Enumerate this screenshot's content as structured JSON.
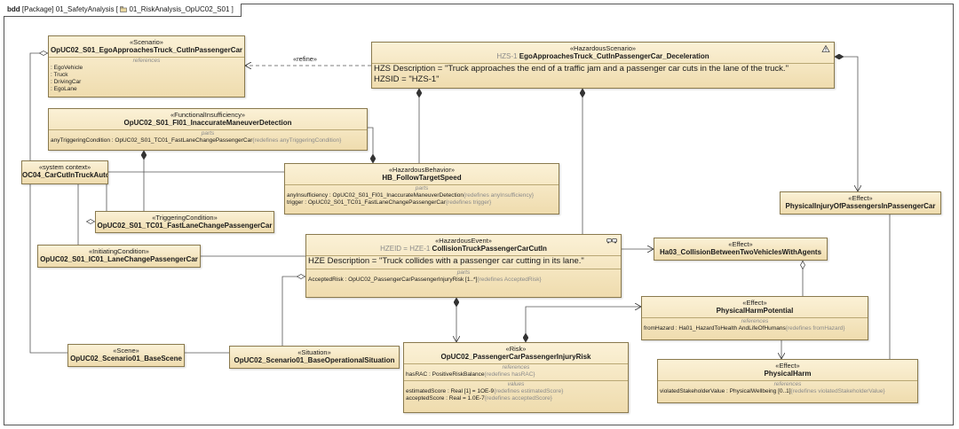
{
  "frame": {
    "kind": "bdd",
    "path": "[Package] 01_SafetyAnalysis [",
    "diagram": "01_RiskAnalysis_OpUC02_S01 ]"
  },
  "connector_labels": {
    "refine": "«refine»"
  },
  "blocks": {
    "scenario": {
      "stereotype": "«Scenario»",
      "name": "OpUC02_S01_EgoApproachesTruck_CutInPassengerCar",
      "section": "references",
      "lines": [
        ": EgoVehicle",
        ": Truck",
        ": DrivingCar",
        ": EgoLane"
      ]
    },
    "hazscen": {
      "stereotype": "«HazardousScenario»",
      "id": "HZS-1",
      "name": "EgoApproachesTruck_CutInPassengerCar_Deceleration",
      "desc": "HZS Description = \"Truck approaches the end of a traffic jam and a passenger car cuts in the lane of the truck.\"",
      "hzsid": "HZSID = \"HZS-1\""
    },
    "funcins": {
      "stereotype": "«FunctionalInsufficiency»",
      "name": "OpUC02_S01_FI01_InaccurateManeuverDetection",
      "section": "parts",
      "line": "anyTriggeringCondition : OpUC02_S01_TC01_FastLaneChangePassengerCar",
      "line_tag": "{redefines anyTriggeringCondition}"
    },
    "syscontext": {
      "stereotype": "«system context»",
      "name": "OC04_CarCutInTruckAutobahn"
    },
    "hazbeh": {
      "stereotype": "«HazardousBehavior»",
      "name": "HB_FollowTargetSpeed",
      "section": "parts",
      "line1": "anyInsufficiency : OpUC02_S01_FI01_InaccurateManeuverDetection",
      "line1_tag": "{redefines anyInsufficiency}",
      "line2": "trigger : OpUC02_S01_TC01_FastLaneChangePassengerCar",
      "line2_tag": "{redefines trigger}"
    },
    "trigcond": {
      "stereotype": "«TriggeringCondition»",
      "name": "OpUC02_S01_TC01_FastLaneChangePassengerCar"
    },
    "effpass": {
      "stereotype": "«Effect»",
      "name": "PhysicalInjuryOfPassengersInPassengerCar"
    },
    "initcond": {
      "stereotype": "«InitiatingCondition»",
      "name": "OpUC02_S01_IC01_LaneChangePassengerCar"
    },
    "hazevent": {
      "stereotype": "«HazardousEvent»",
      "id": "HZEID = HZE-1",
      "name": "CollisionTruckPassengerCarCutIn",
      "desc": "HZE Description = \"Truck collides with a passenger car cutting in its lane.\"",
      "section": "parts",
      "line": "AcceptedRisk : OpUC02_PassengerCarPassengerInjuryRisk [1..*]",
      "line_tag": "{redefines AcceptedRisk}"
    },
    "ha03": {
      "stereotype": "«Effect»",
      "name": "Ha03_CollisionBetweenTwoVehiclesWithAgents"
    },
    "harmpot": {
      "stereotype": "«Effect»",
      "name": "PhysicalHarmPotential",
      "section": "references",
      "line": "fromHazard : Ha01_HazardToHealth AndLifeOfHumans",
      "line_tag": "{redefines fromHazard}"
    },
    "scene": {
      "stereotype": "«Scene»",
      "name": "OpUC02_Scenario01_BaseScene"
    },
    "situation": {
      "stereotype": "«Situation»",
      "name": "OpUC02_Scenario01_BaseOperationalSituation"
    },
    "risk": {
      "stereotype": "«Risk»",
      "name": "OpUC02_PassengerCarPassengerInjuryRisk",
      "section1": "references",
      "ref_line": "hasRAC : PositiveRiskBalance",
      "ref_tag": "{redefines hasRAC}",
      "section2": "values",
      "val1": "estimatedScore : Real [1] = 1OE-9",
      "val1_tag": "{redefines estimatedScore}",
      "val2": "acceptedScore : Real = 1.0E-7",
      "val2_tag": "{redefines acceptedScore}"
    },
    "physharm": {
      "stereotype": "«Effect»",
      "name": "PhysicalHarm",
      "section": "references",
      "line": "violatedStakeholderValue : PhysicalWellbeing [0..1]",
      "line_tag": "{redefines violatedStakeholderValue}"
    }
  },
  "colors": {
    "block_top": "#fbf1d6",
    "block_bottom": "#efdcae",
    "border": "#8a7a4e",
    "line": "#555555"
  },
  "icons": [
    "package-icon",
    "hazard-warning-icon",
    "collision-cars-icon"
  ]
}
